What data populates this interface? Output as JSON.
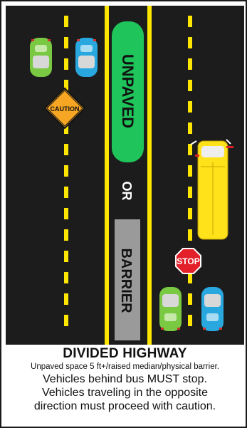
{
  "diagram": {
    "median_top_label": "UNPAVED",
    "median_or_label": "OR",
    "median_bottom_label": "BARRIER",
    "caution_sign": "CAUTION",
    "stop_sign": "STOP"
  },
  "caption": {
    "title": "DIVIDED HIGHWAY",
    "subtitle": "Unpaved space 5 ft+/raised median/physical barrier.",
    "lines": [
      "Vehicles behind bus MUST stop.",
      "Vehicles traveling in the opposite",
      "direction must proceed with caution."
    ]
  },
  "colors": {
    "road": "#1c1c1c",
    "lane_dash": "#ffe600",
    "median_green": "#1fc45a",
    "median_gray": "#9a9a9a",
    "bus": "#ffe21a",
    "stop_red": "#e3202a",
    "caution_orange": "#f6a623",
    "car_green": "#7ac943",
    "car_blue": "#29a8e0"
  }
}
